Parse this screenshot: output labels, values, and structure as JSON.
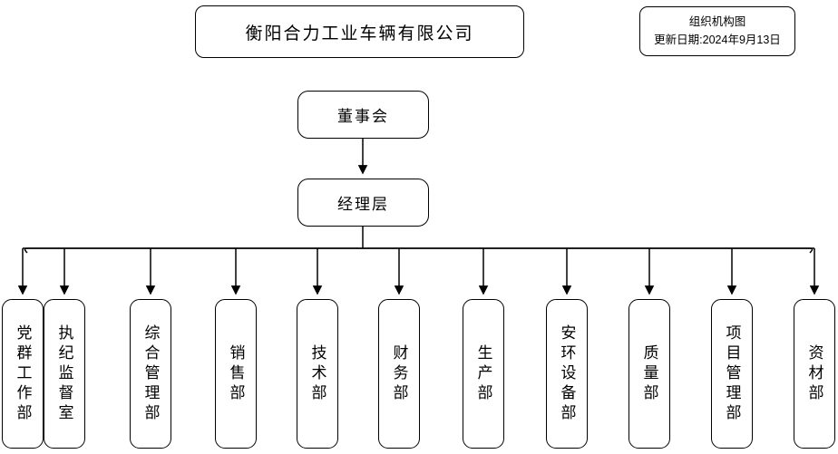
{
  "header": {
    "company_title": "衡阳合力工业车辆有限公司",
    "info": {
      "chart_title": "组织机构图",
      "update_date": "更新日期:2024年9月13日"
    }
  },
  "chart_data": {
    "type": "org-chart",
    "root": "董事会",
    "level2": "经理层",
    "departments": [
      "党群工作部",
      "执纪监督室",
      "综合管理部",
      "销售部",
      "技术部",
      "财务部",
      "生产部",
      "安环设备部",
      "质量部",
      "项目管理部",
      "资材部"
    ]
  },
  "colors": {
    "line": "#000000",
    "border": "#000000",
    "background": "#ffffff",
    "text": "#000000"
  }
}
